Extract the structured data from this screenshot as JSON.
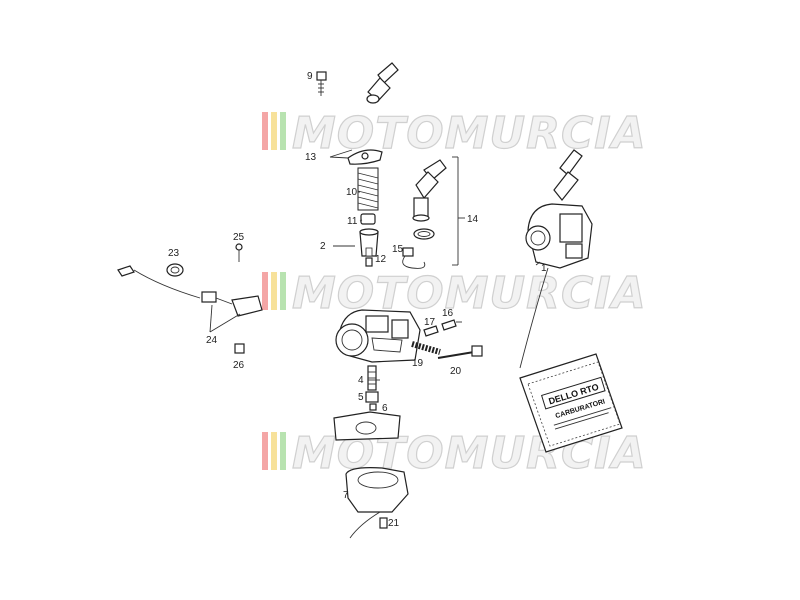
{
  "watermark": {
    "text": "MOTOMURCIA",
    "stripe_colors": [
      "#f4a6a6",
      "#f7e19a",
      "#b8e3b0"
    ]
  },
  "callouts": {
    "c1": "1",
    "c2": "2",
    "c4": "4",
    "c5": "5",
    "c6": "6",
    "c7": "7",
    "c9": "9",
    "c10": "10",
    "c11": "11",
    "c12": "12",
    "c13": "13",
    "c14": "14",
    "c15": "15",
    "c16": "16",
    "c17": "17",
    "c19": "19",
    "c20": "20",
    "c21": "21",
    "c23": "23",
    "c24": "24",
    "c25": "25",
    "c26": "26"
  },
  "kit_bag": {
    "line1": "DELLO RTO",
    "line2": "CARBURATORI"
  }
}
